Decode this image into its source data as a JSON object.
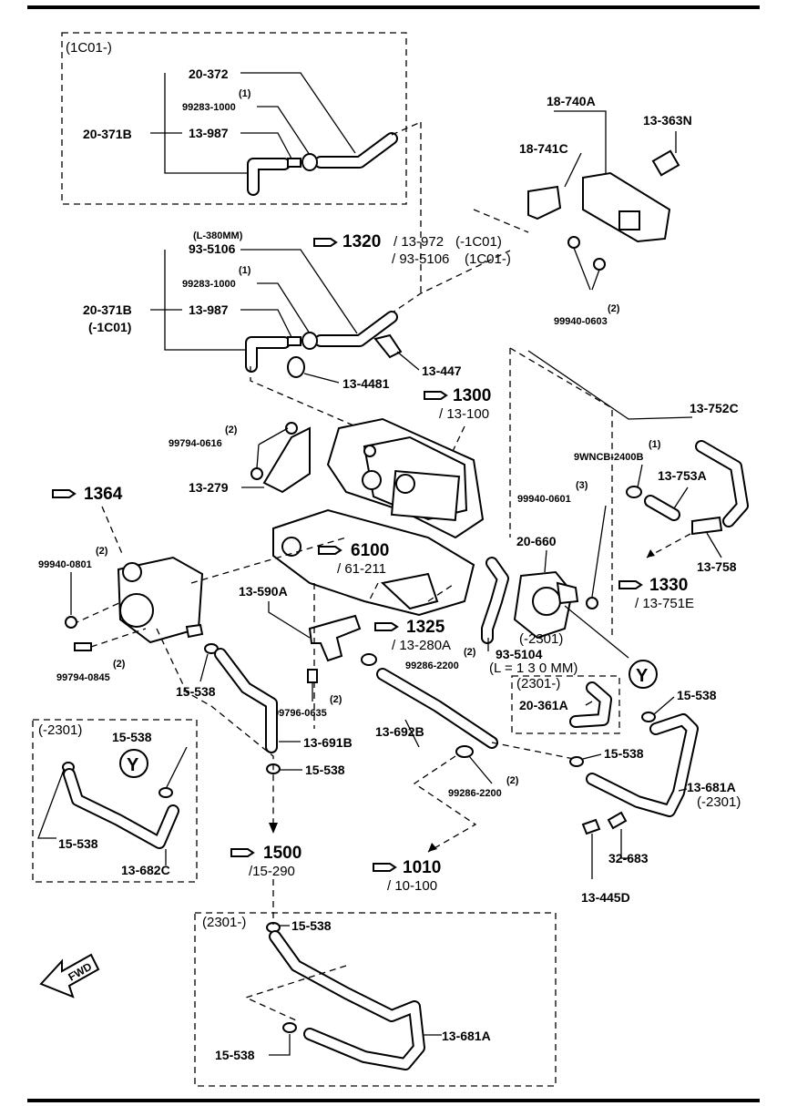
{
  "labels": {
    "top_box_tag": "(1C01-)",
    "p20_372": "20-372",
    "q1a": "(1)",
    "p99283a": "99283-1000",
    "p20_371B_a": "20-371B",
    "p13_987_a": "13-987",
    "p18_740A": "18-740A",
    "p13_363N": "13-363N",
    "p18_741C": "18-741C",
    "ref1320": "1320",
    "ref1320_sub1": "/ 13-972",
    "ref1320_sub1b": "(-1C01)",
    "ref1320_sub2": "/ 93-5106",
    "ref1320_sub2b": "(1C01-)",
    "l380": "(L-380MM)",
    "p93_5106": "93-5106",
    "q1b": "(1)",
    "p99283b": "99283-1000",
    "p20_371B_b": "20-371B",
    "p20_371B_b_note": "(-1C01)",
    "p13_987_b": "13-987",
    "q2_603": "(2)",
    "p99940_0603": "99940-0603",
    "p13_4481": "13-4481",
    "p13_447": "13-447",
    "ref1300": "1300",
    "ref1300_sub": "/ 13-100",
    "p13_752C": "13-752C",
    "q2_616": "(2)",
    "p99794_0616": "99794-0616",
    "q1_wn": "(1)",
    "p9WNCB": "9WNCB-2400B",
    "p13_279": "13-279",
    "p13_753A": "13-753A",
    "q3_601": "(3)",
    "p99940_0601": "99940-0601",
    "ref1364": "1364",
    "ref6100": "6100",
    "ref6100_sub": "/ 61-211",
    "p20_660": "20-660",
    "p13_758": "13-758",
    "q2_801": "(2)",
    "p99940_0801": "99940-0801",
    "p13_590A": "13-590A",
    "ref1330": "1330",
    "ref1330_sub": "/ 13-751E",
    "ref1325": "1325",
    "ref1325_sub": "/ 13-280A",
    "p2301_a": "(-2301)",
    "p93_5104": "93-5104",
    "l130": "(L = 1 3 0 MM)",
    "q2_845": "(2)",
    "p99794_0845": "99794-0845",
    "q2_2200a": "(2)",
    "p99286_2200a": "99286-2200",
    "tag2301_b": "(2301-)",
    "p20_361A": "20-361A",
    "p15_538_a": "15-538",
    "p15_538_b": "15-538",
    "p99796_0635": "99796-0635",
    "q2_635": "(2)",
    "p13_692B": "13-692B",
    "p15_538_c": "15-538",
    "p13_691B": "13-691B",
    "p15_538_d": "15-538",
    "tag2301_c": "(-2301)",
    "p15_538_e": "15-538",
    "y_label": "Y",
    "q2_2200b": "(2)",
    "p99286_2200b": "99286-2200",
    "p13_681A_a": "13-681A",
    "p13_681A_a_note": "(-2301)",
    "p15_538_f": "15-538",
    "p13_682C": "13-682C",
    "ref1500": "1500",
    "ref1500_sub": "/15-290",
    "ref1010": "1010",
    "ref1010_sub": "/ 10-100",
    "p32_683": "32-683",
    "p13_445D": "13-445D",
    "tag2301_d": "(2301-)",
    "p15_538_g": "15-538",
    "p13_681A_b": "13-681A",
    "p15_538_h": "15-538",
    "fwd": "FWD"
  }
}
